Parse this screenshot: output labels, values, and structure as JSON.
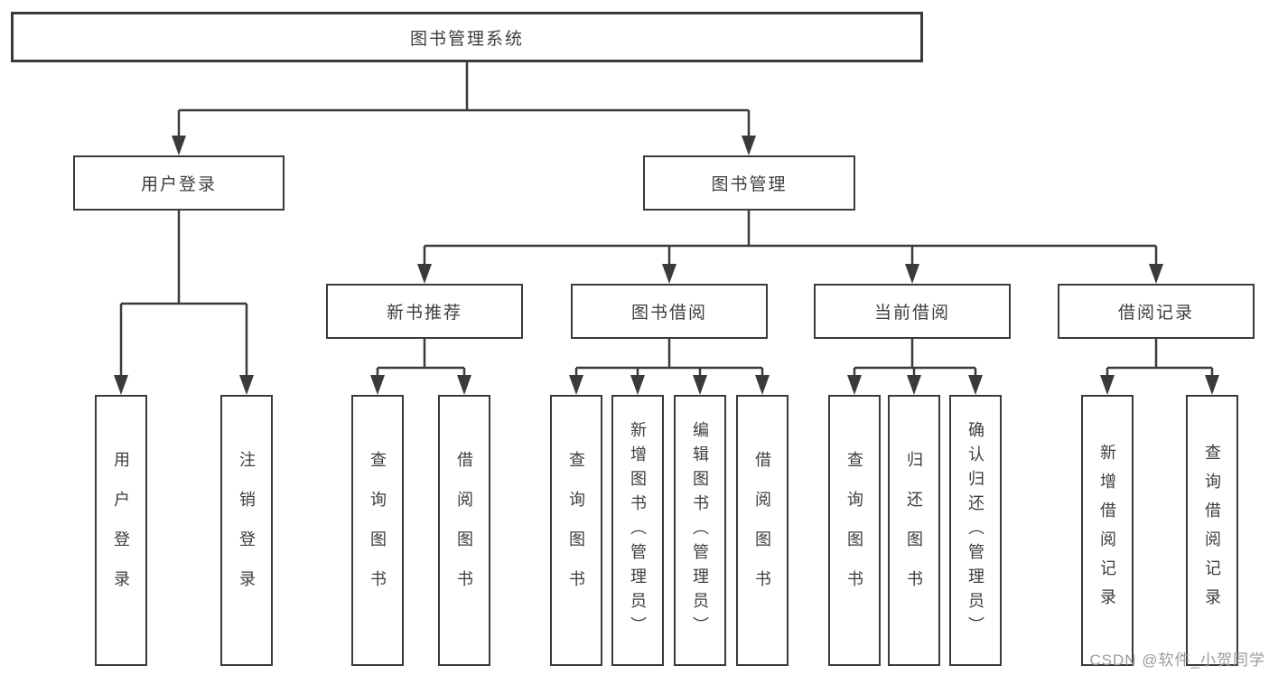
{
  "diagram": {
    "root": {
      "label": "图书管理系统"
    },
    "branches": [
      {
        "label": "用户登录",
        "children": [
          {
            "label": "用户登录"
          },
          {
            "label": "注销登录"
          }
        ]
      },
      {
        "label": "图书管理",
        "children": [
          {
            "label": "新书推荐",
            "children": [
              {
                "label": "查询图书"
              },
              {
                "label": "借阅图书"
              }
            ]
          },
          {
            "label": "图书借阅",
            "children": [
              {
                "label": "查询图书"
              },
              {
                "label": "新增图书（管理员）"
              },
              {
                "label": "编辑图书（管理员）"
              },
              {
                "label": "借阅图书"
              }
            ]
          },
          {
            "label": "当前借阅",
            "children": [
              {
                "label": "查询图书"
              },
              {
                "label": "归还图书"
              },
              {
                "label": "确认归还（管理员）"
              }
            ]
          },
          {
            "label": "借阅记录",
            "children": [
              {
                "label": "新增借阅记录"
              },
              {
                "label": "查询借阅记录"
              }
            ]
          }
        ]
      }
    ],
    "watermark": "CSDN @软件_小贺同学",
    "colors": {
      "line": "#3a3a3a",
      "text": "#3e3e3e",
      "watermark": "#9b9b9b",
      "background": "#ffffff"
    }
  }
}
